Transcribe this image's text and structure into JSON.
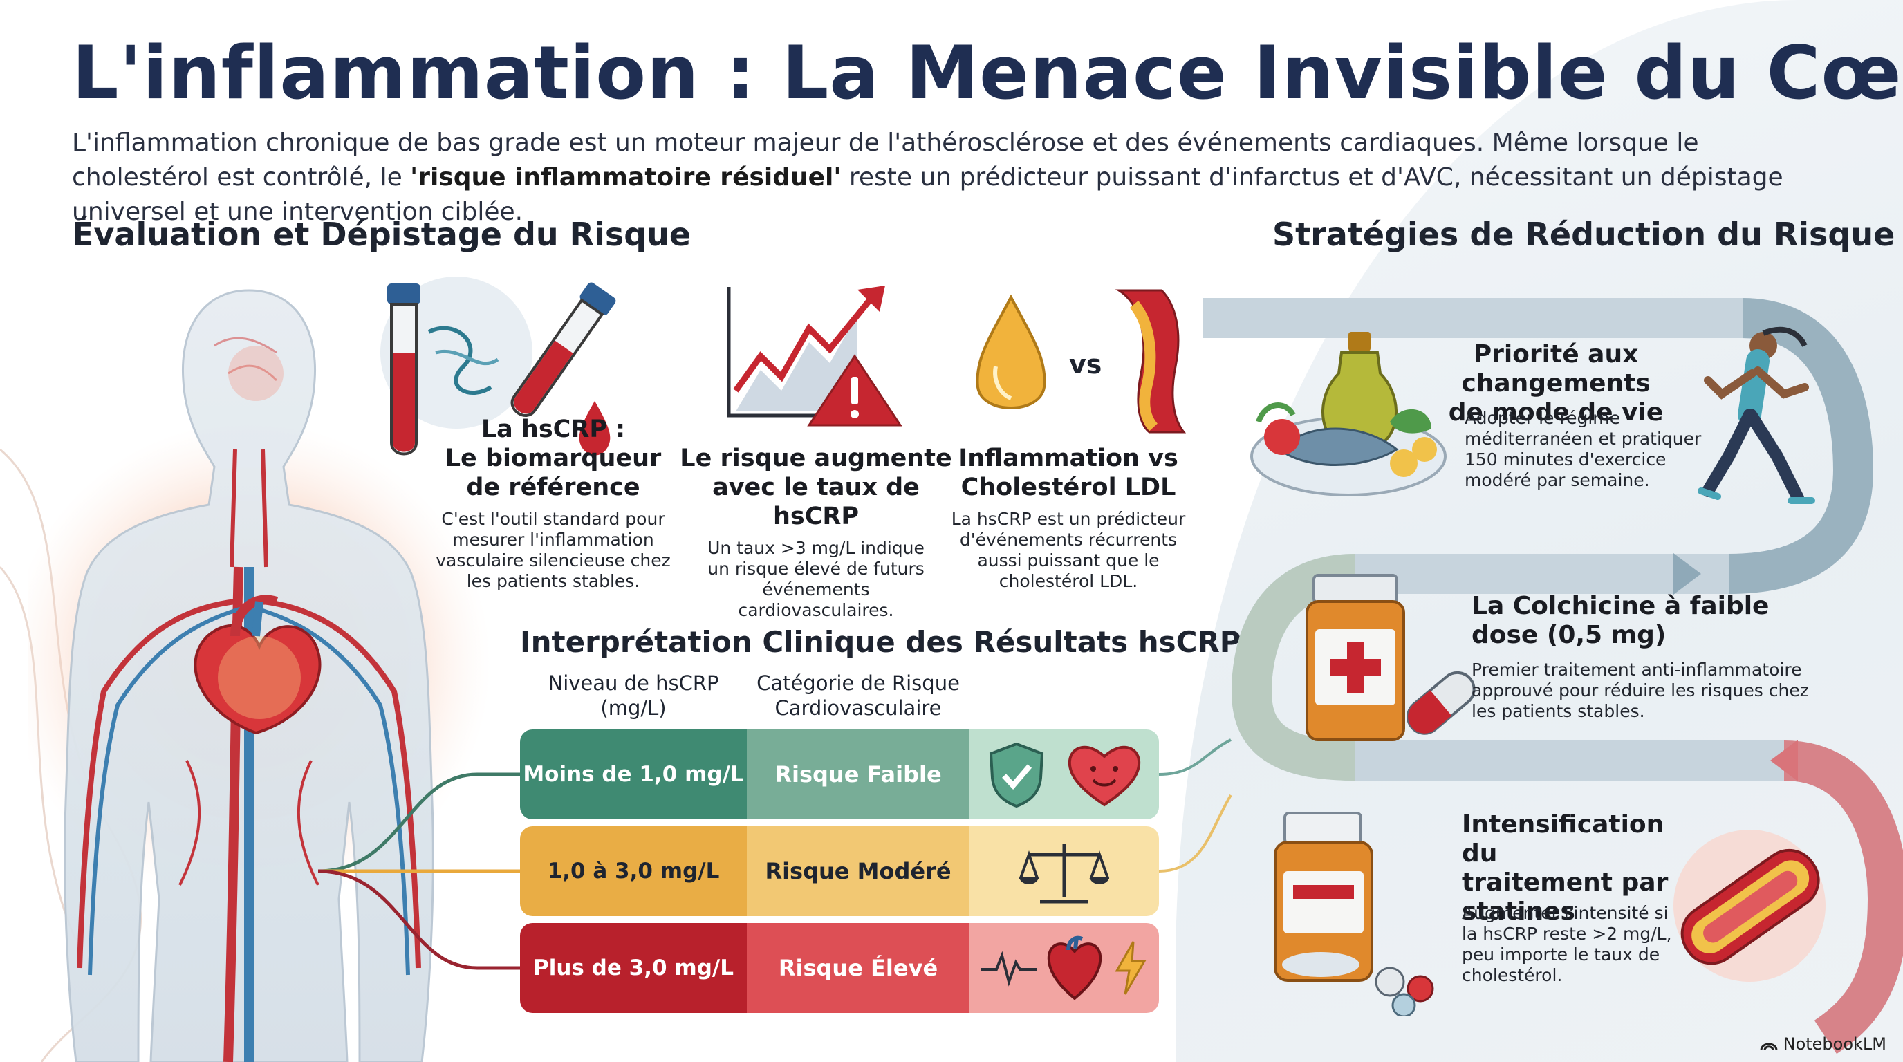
{
  "title": "L'inflammation : La Menace Invisible du Cœur",
  "intro": {
    "part1": "L'inflammation chronique de bas grade est un moteur majeur de l'athérosclérose et des événements cardiaques. Même lorsque le cholestérol est contrôlé, le ",
    "bold": "'risque inflammatoire résiduel'",
    "part2": " reste un prédicteur puissant d'infarctus et d'AVC, nécessitant un dépistage universel et une intervention ciblée."
  },
  "left_section": {
    "title": "Évaluation et Dépistage du Risque",
    "cards": [
      {
        "title_l1": "La hsCRP :",
        "title_l2": "Le biomarqueur",
        "title_l3": "de référence",
        "body": [
          "C'est l'outil standard pour",
          "mesurer l'inflammation",
          "vasculaire silencieuse chez",
          "les patients stables."
        ]
      },
      {
        "title_l1": "Le risque augmente",
        "title_l2": "avec le taux de hsCRP",
        "body": [
          "Un taux >3 mg/L indique",
          "un risque élevé de futurs",
          "événements",
          "cardiovasculaires."
        ]
      },
      {
        "title_l1": "Inflammation vs",
        "title_l2": "Cholestérol LDL",
        "vs": "vs",
        "body": [
          "La hsCRP est un prédicteur",
          "d'événements récurrents",
          "aussi puissant que le",
          "cholestérol LDL."
        ]
      }
    ]
  },
  "table": {
    "title": "Interprétation Clinique des Résultats hsCRP",
    "col1": [
      "Niveau de hsCRP",
      "(mg/L)"
    ],
    "col2": [
      "Catégorie de Risque",
      "Cardiovasculaire"
    ],
    "rows": [
      {
        "level": "Moins de 1,0 mg/L",
        "category": "Risque Faible",
        "icons": [
          "shield-check-icon",
          "smiling-heart-icon"
        ],
        "color": "#3f8a72"
      },
      {
        "level": "1,0 à 3,0 mg/L",
        "category": "Risque Modéré",
        "icons": [
          "balance-scale-icon"
        ],
        "color": "#e9a93c"
      },
      {
        "level": "Plus de 3,0 mg/L",
        "category": "Risque Élevé",
        "icons": [
          "heartbeat-icon",
          "heart-icon",
          "lightning-icon"
        ],
        "color": "#b8212c"
      }
    ]
  },
  "right_section": {
    "title": "Stratégies de Réduction du Risque",
    "items": [
      {
        "title": [
          "Priorité aux changements",
          "de mode de vie"
        ],
        "body": [
          "Adopter le régime",
          "méditerranéen et pratiquer",
          "150 minutes d'exercice",
          "modéré par semaine."
        ]
      },
      {
        "title": [
          "La Colchicine à faible",
          "dose (0,5 mg)"
        ],
        "body": [
          "Premier traitement anti-inflammatoire",
          "approuvé pour réduire les risques chez",
          "les patients stables."
        ]
      },
      {
        "title": [
          "Intensification du",
          "traitement par",
          "statines"
        ],
        "body": [
          "Augmenter l'intensité si",
          "la hsCRP reste >2 mg/L,",
          "peu importe le taux de",
          "cholestérol."
        ]
      }
    ]
  },
  "brand": "NotebookLM"
}
